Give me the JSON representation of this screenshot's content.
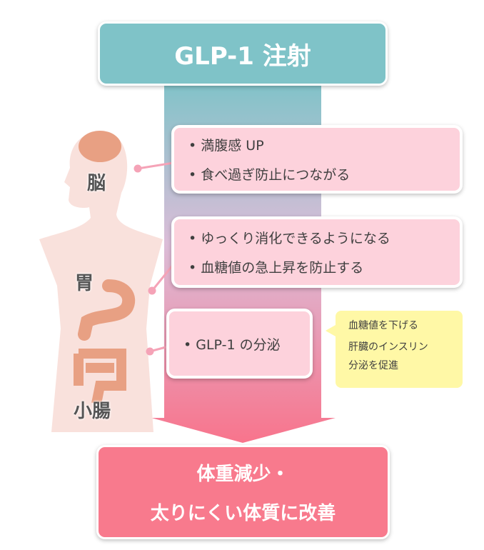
{
  "title": "GLP-1 注射",
  "organs": {
    "brain": "脳",
    "stomach": "胃",
    "intestine": "小腸"
  },
  "effects": [
    {
      "items": [
        "満腹感 UP",
        "食べ過ぎ防止につながる"
      ]
    },
    {
      "items": [
        "ゆっくり消化できるようになる",
        "血糖値の急上昇を防止する"
      ]
    },
    {
      "items": [
        "GLP-1 の分泌"
      ]
    }
  ],
  "note": [
    "血糖値を下げる",
    "肝臓のインスリン",
    "分泌を促進"
  ],
  "result": [
    "体重減少・",
    "太りにくい体質に改善"
  ],
  "colors": {
    "teal": "#7fc3c8",
    "pink": "#f87a8d",
    "box": "#fdd2dc",
    "note": "#fff8a6",
    "body": "#f9e1dc",
    "organ": "#e8a083"
  }
}
